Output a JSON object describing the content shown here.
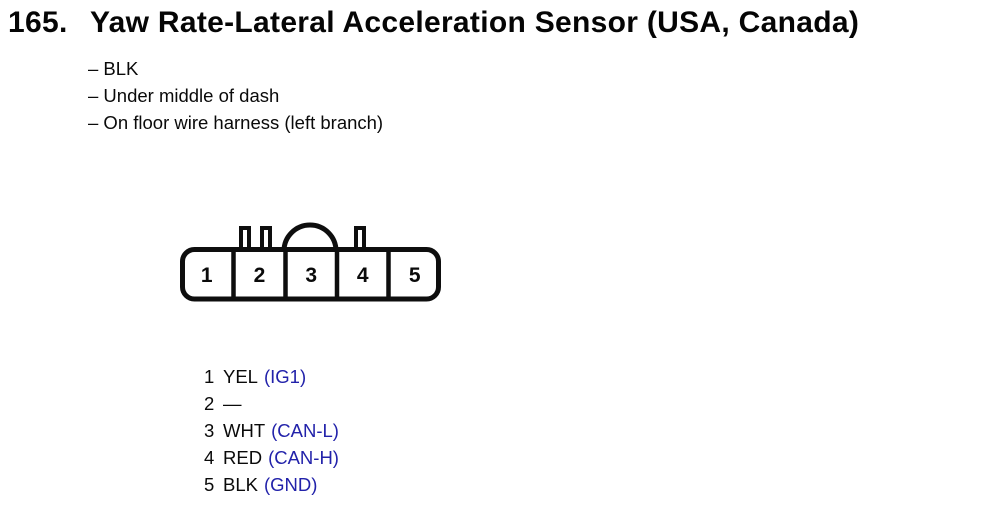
{
  "header": {
    "number": "165.",
    "title": "Yaw Rate-Lateral Acceleration Sensor (USA, Canada)"
  },
  "notes": [
    "– BLK",
    "– Under middle of dash",
    "– On floor wire harness (left branch)"
  ],
  "connector": {
    "cavities": [
      "1",
      "2",
      "3",
      "4",
      "5"
    ]
  },
  "pins": [
    {
      "pin": "1",
      "wire": "YEL",
      "signal": "(IG1)"
    },
    {
      "pin": "2",
      "wire": "—",
      "signal": ""
    },
    {
      "pin": "3",
      "wire": "WHT",
      "signal": "(CAN-L)"
    },
    {
      "pin": "4",
      "wire": "RED",
      "signal": "(CAN-H)"
    },
    {
      "pin": "5",
      "wire": "BLK",
      "signal": "(GND)"
    }
  ],
  "colors": {
    "ink_black": "#0a0a0a",
    "signal_blue": "#2222aa",
    "background": "#ffffff"
  }
}
